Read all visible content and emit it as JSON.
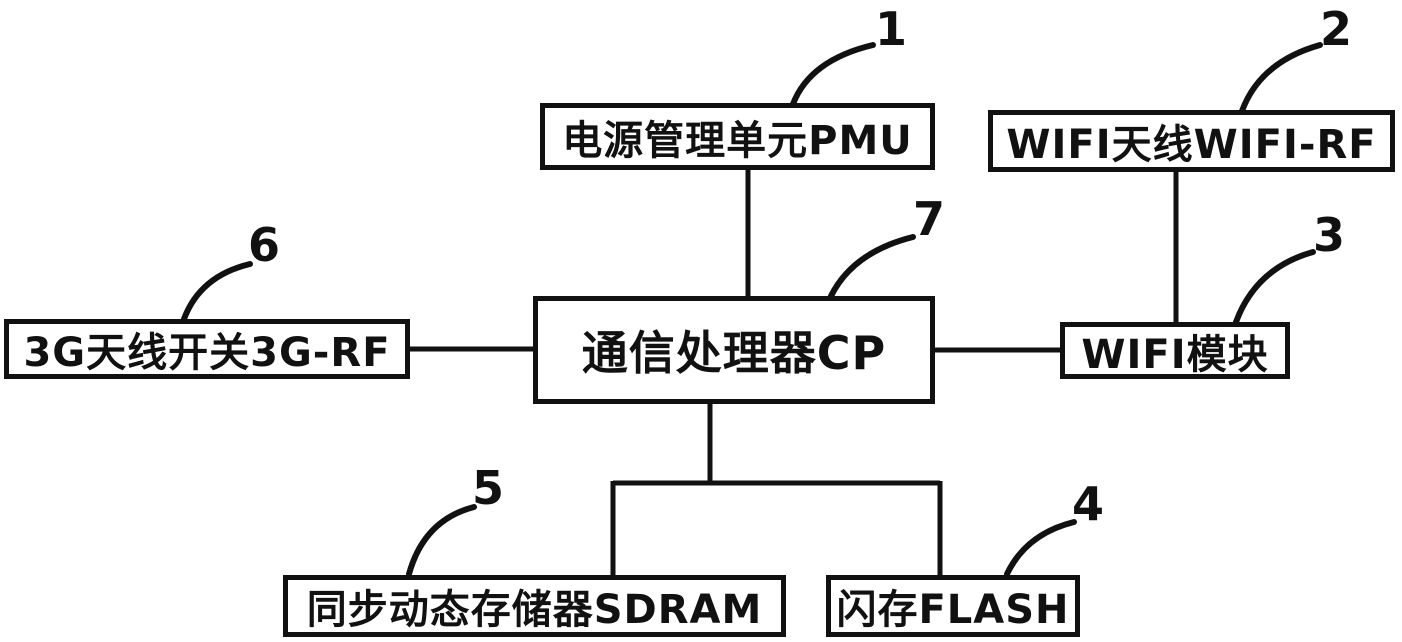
{
  "figure": {
    "boxes": {
      "pmu": {
        "label": "电源管理单元PMU",
        "ref": "1"
      },
      "wifi_antenna": {
        "label": "WIFI天线WIFI-RF",
        "ref": "2"
      },
      "wifi_module": {
        "label": "WIFI模块",
        "ref": "3"
      },
      "cp": {
        "label": "通信处理器CP",
        "ref": "7"
      },
      "antenna_3g": {
        "label": "3G天线开关3G-RF",
        "ref": "6"
      },
      "sdram": {
        "label": "同步动态存储器SDRAM",
        "ref": "5"
      },
      "flash": {
        "label": "闪存FLASH",
        "ref": "4"
      }
    },
    "connections": [
      "pmu - cp",
      "wifi_antenna - wifi_module",
      "cp - wifi_module",
      "antenna_3g - cp",
      "cp - sdram",
      "cp - flash"
    ],
    "line_color": "#111111"
  }
}
